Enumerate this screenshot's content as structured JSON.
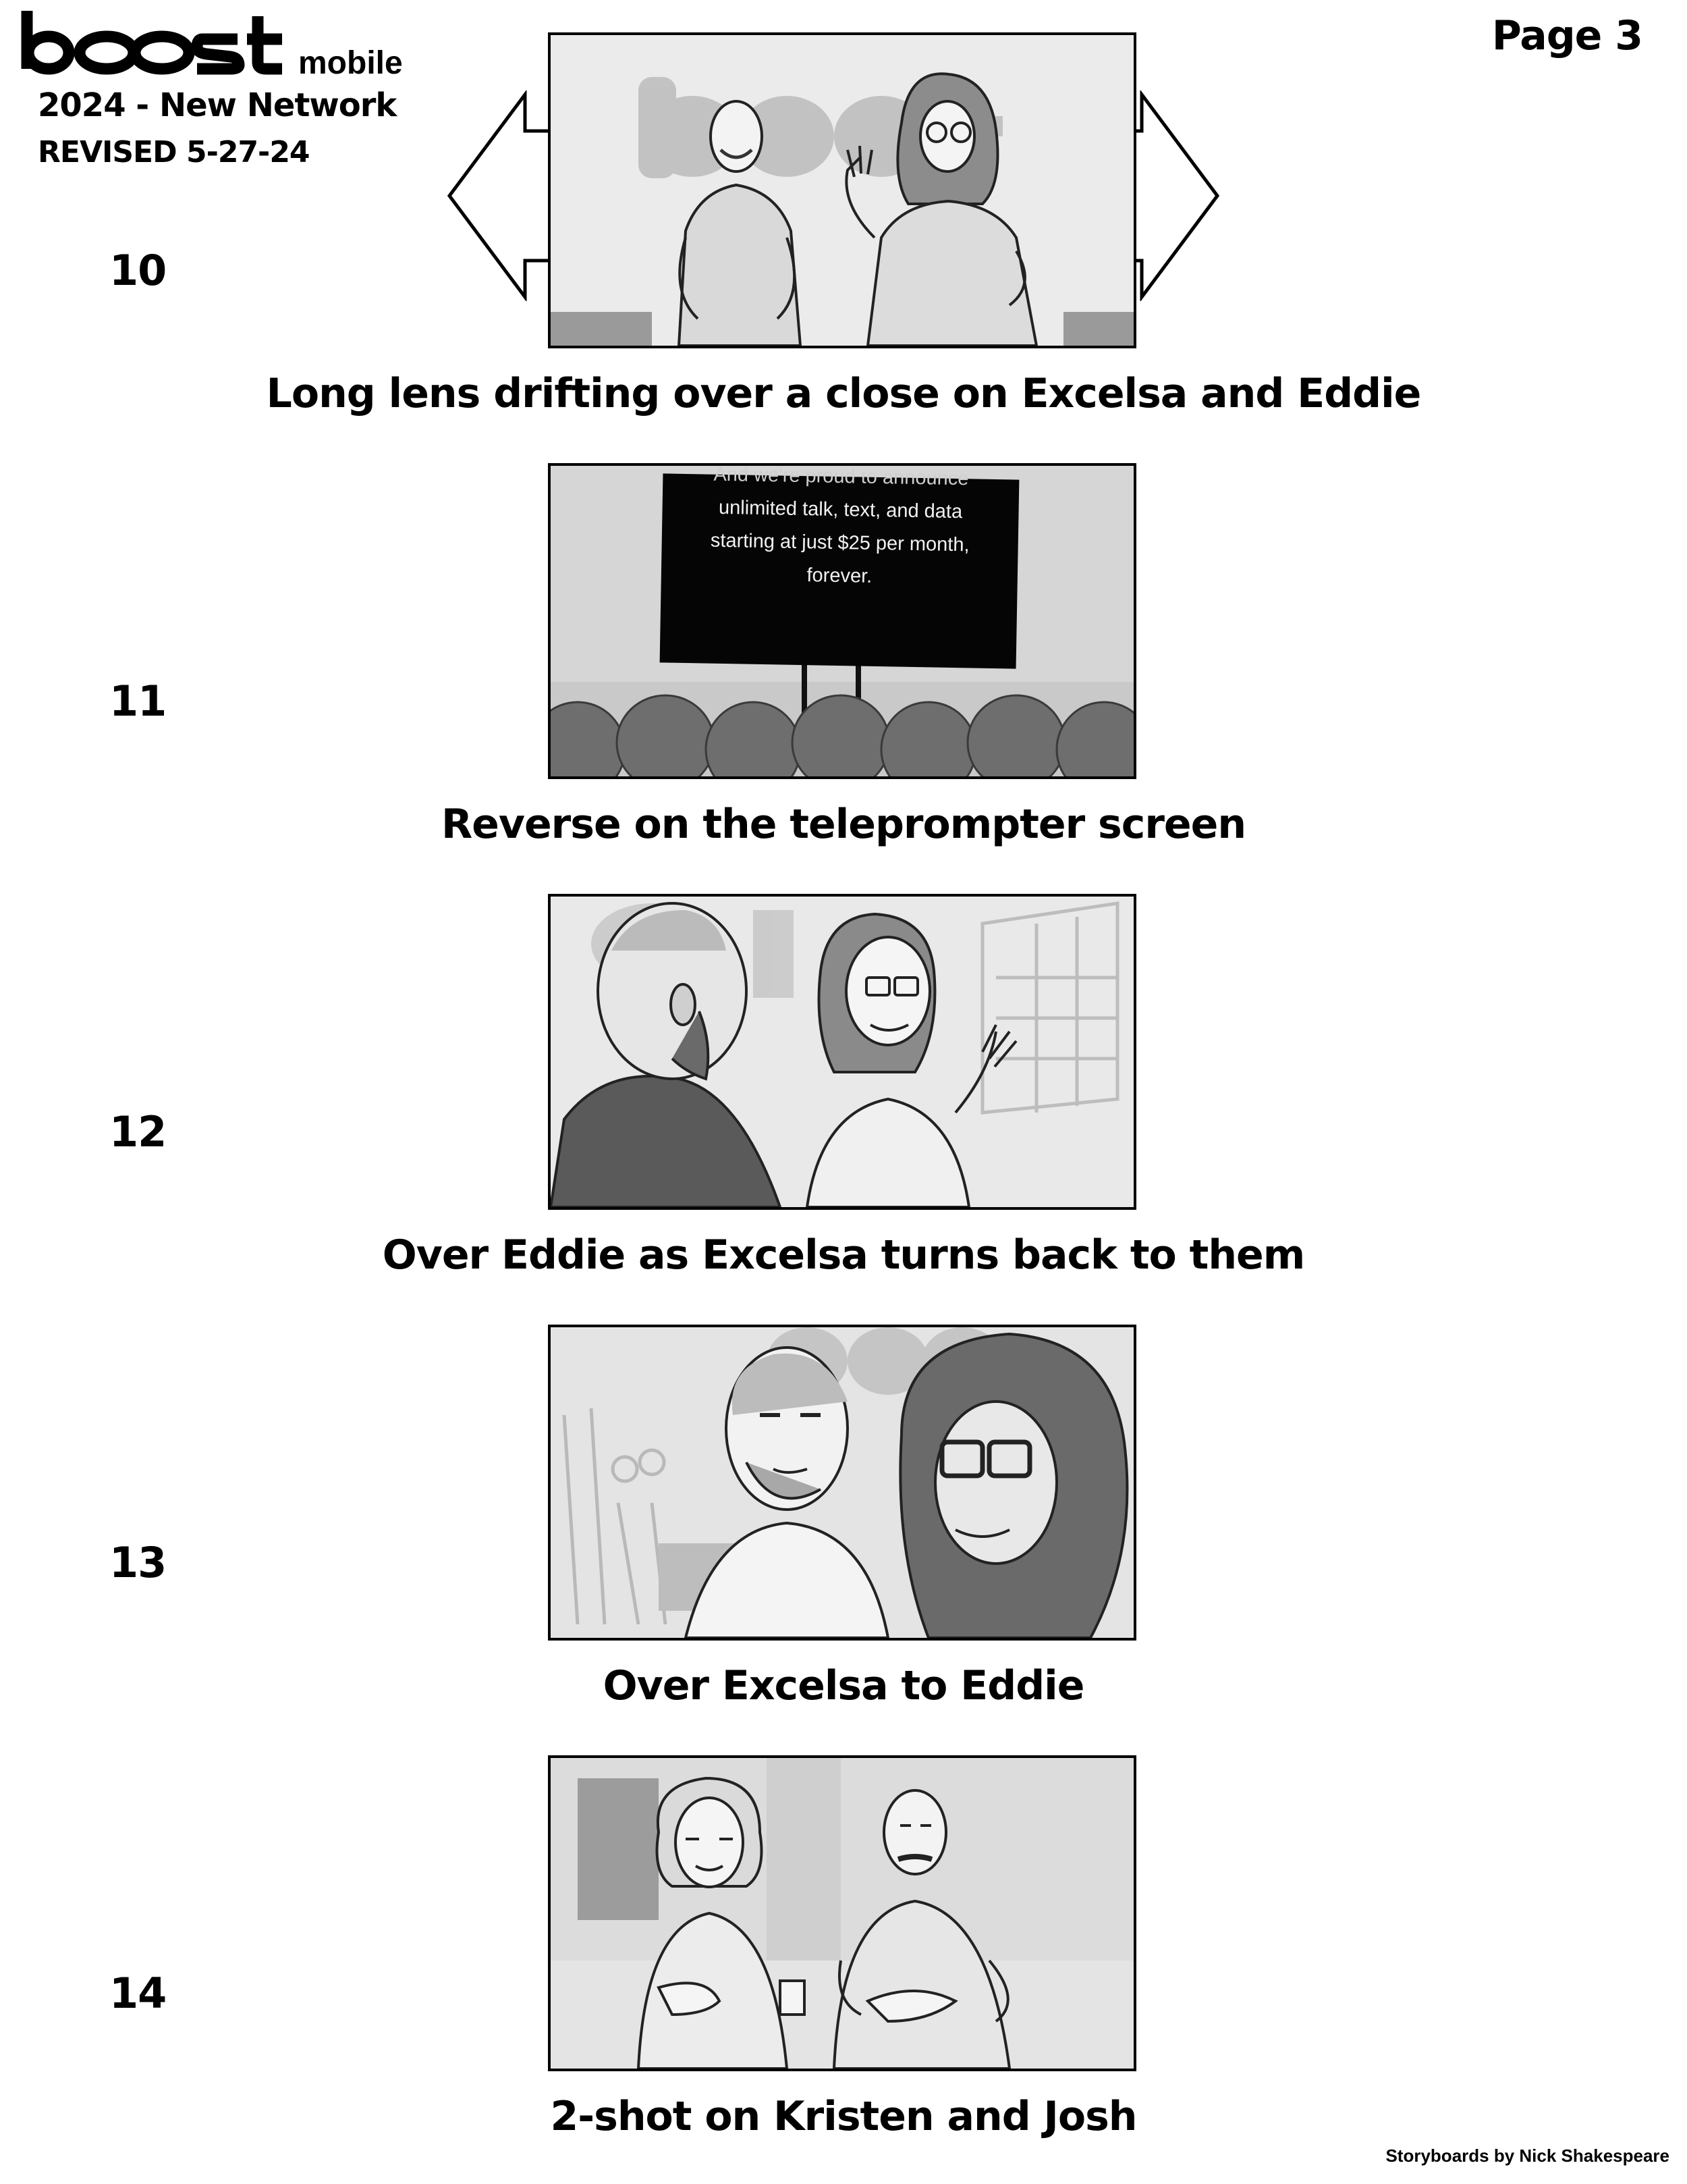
{
  "header": {
    "logo_text": "boost",
    "logo_sub": "mobile",
    "project_title": "2024 - New Network",
    "revised": "REVISED 5-27-24",
    "page": "Page 3"
  },
  "panels": [
    {
      "number": "10",
      "caption": "Long lens drifting over a close on Excelsa and Eddie",
      "scene": "stage-two-shot"
    },
    {
      "number": "11",
      "caption": "Reverse on the teleprompter screen",
      "scene": "teleprompter",
      "screen_text": [
        "And we're proud to announce",
        "unlimited talk, text, and data",
        "starting at just $25 per month,",
        "forever."
      ]
    },
    {
      "number": "12",
      "caption": "Over Eddie as Excelsa turns back to them",
      "scene": "over-shoulder-eddie"
    },
    {
      "number": "13",
      "caption": "Over Excelsa to Eddie",
      "scene": "over-shoulder-excelsa"
    },
    {
      "number": "14",
      "caption": "2-shot on Kristen and Josh",
      "scene": "audience-two-shot"
    }
  ],
  "footer": {
    "credit": "Storyboards by Nick Shakespeare"
  }
}
